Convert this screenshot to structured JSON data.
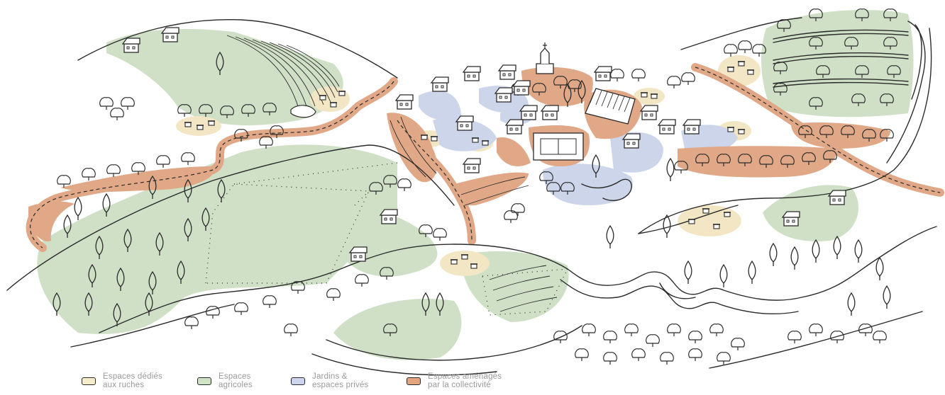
{
  "colors": {
    "ruches": "#f2e6c4",
    "agricoles": "#cfe0c6",
    "prives": "#cdd5ea",
    "collectivite": "#e0a886",
    "line": "#2b2b2b",
    "legend_text": "#9a9a9a"
  },
  "legend": {
    "items": [
      {
        "label": "Espaces dédiés\naux ruches",
        "color": "#f7ecc9",
        "icon": "swatch-ruches"
      },
      {
        "label": "Espaces\nagricoles",
        "color": "#cfe3c5",
        "icon": "swatch-agricoles"
      },
      {
        "label": "Jardins &\nespaces privés",
        "color": "#cdd6ee",
        "icon": "swatch-prives"
      },
      {
        "label": "Espaces aménagés\npar la collectivité",
        "color": "#e3a47f",
        "icon": "swatch-collectivite"
      }
    ]
  }
}
